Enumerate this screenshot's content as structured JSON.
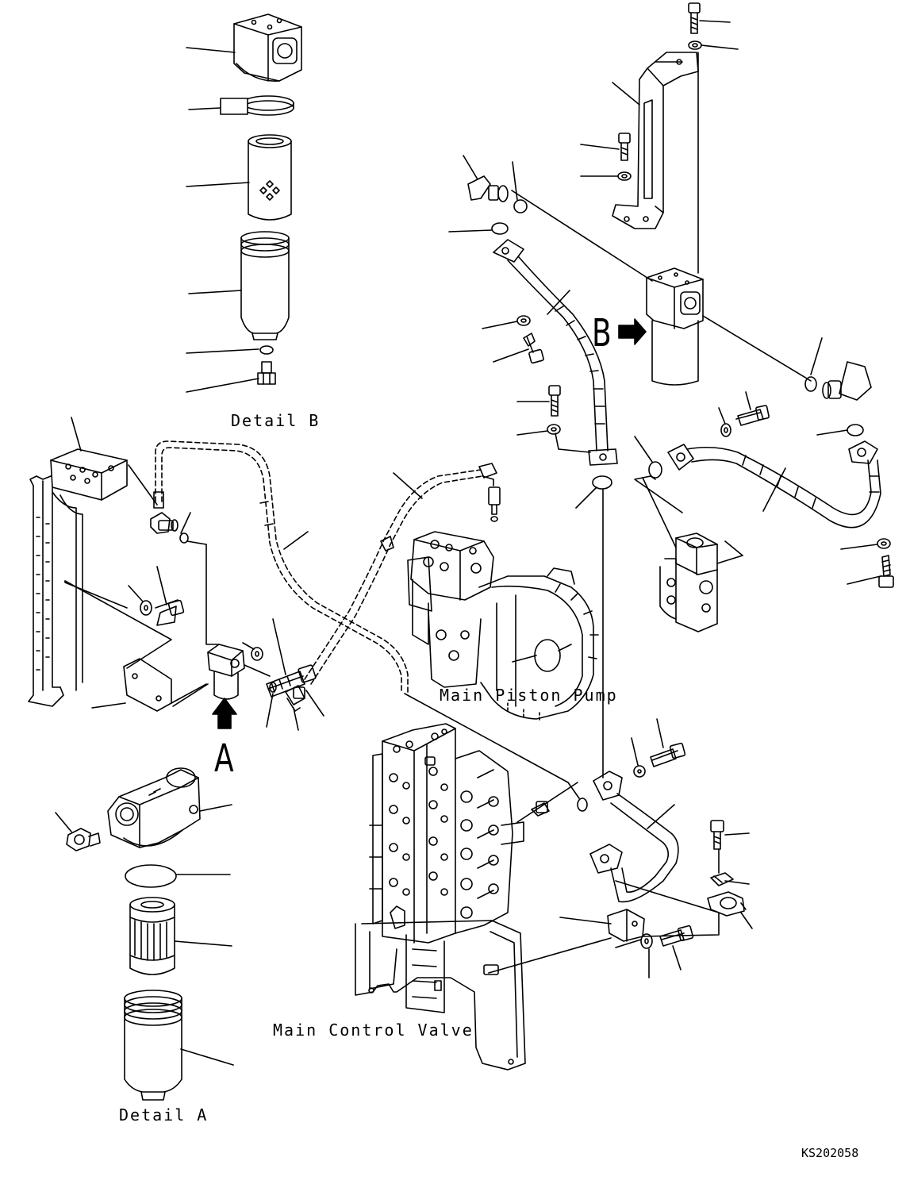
{
  "labels": {
    "detail_b": "Detail B",
    "detail_a": "Detail A",
    "main_piston_pump": "Main Piston Pump",
    "main_control_valve": "Main Control Valve",
    "view_a": "A",
    "view_b": "B",
    "drawing_code": "KS202058"
  },
  "colors": {
    "ink": "#000000",
    "paper": "#ffffff"
  }
}
